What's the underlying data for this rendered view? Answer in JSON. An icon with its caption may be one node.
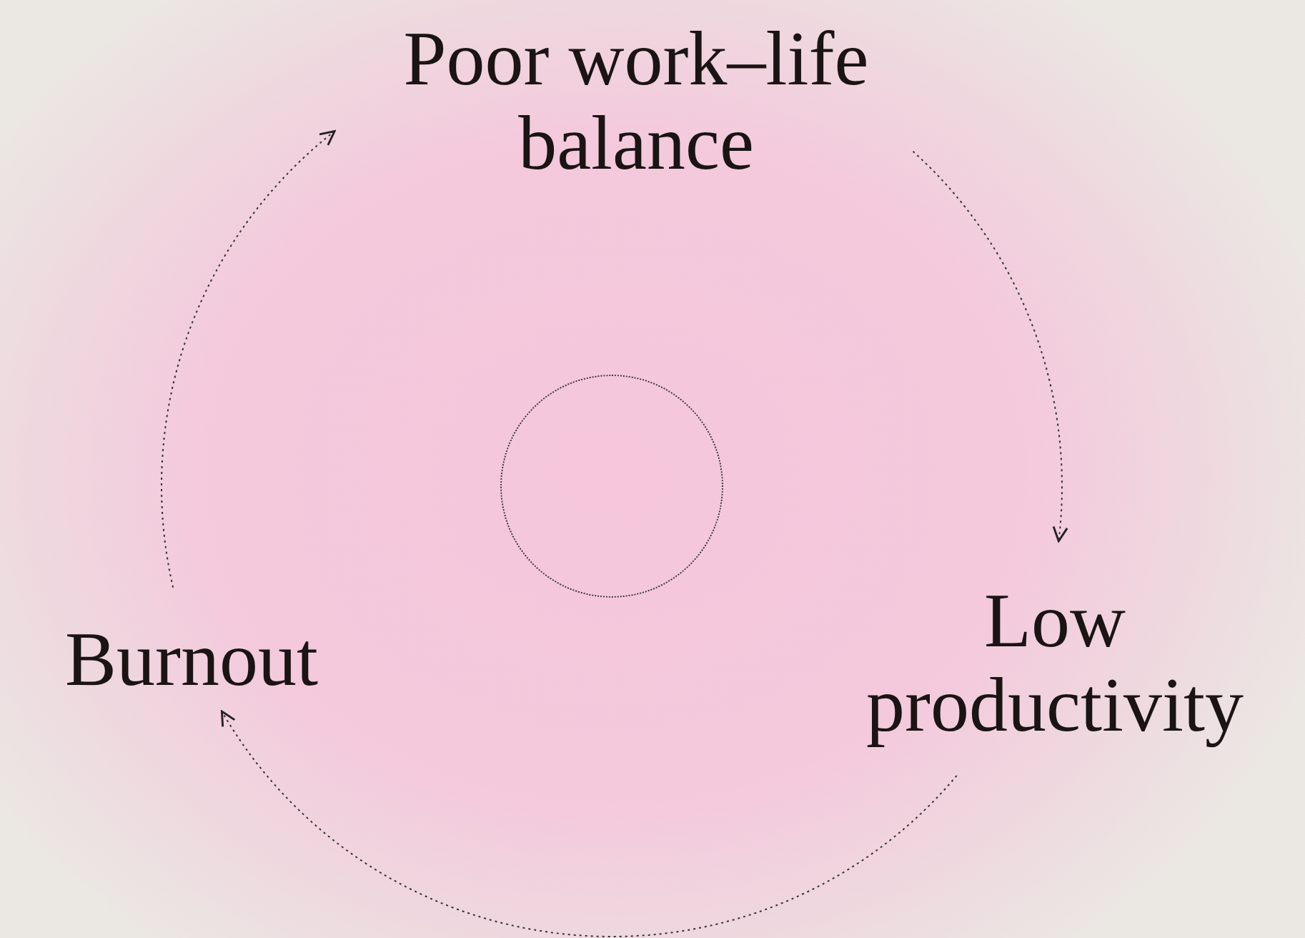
{
  "diagram": {
    "nodes": [
      {
        "text": [
          "Poor work–life balance"
        ]
      },
      {
        "text": [
          "Low productivity"
        ]
      },
      {
        "text": [
          "Burnout"
        ]
      },
      {
        "text": [],
        "shape": "circle"
      }
    ],
    "edges": [
      {
        "from": 0,
        "to": 1,
        "arrow": "to"
      },
      {
        "from": 1,
        "to": 2,
        "arrow": "to"
      },
      {
        "from": 2,
        "to": 0,
        "arrow": "to"
      }
    ]
  }
}
